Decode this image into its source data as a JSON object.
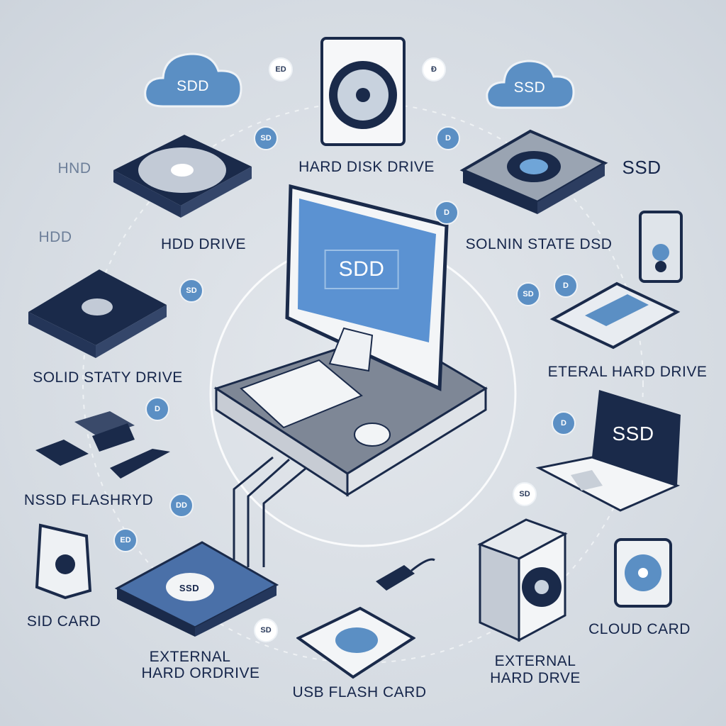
{
  "title": "HARD DISK DRIVE",
  "center_monitor_text": "SDD",
  "clouds": [
    {
      "text": "SDD"
    },
    {
      "text": "SSD"
    }
  ],
  "labels": {
    "hnd": "HND",
    "hdd_small": "HDD",
    "ssd_small": "SSD",
    "hdd_drive": "HDD DRIVE",
    "solnin_state": "SOLNIN STATE DSD",
    "solid_staty": "SOLID STATY DRIVE",
    "eteral_hard": "ETERAL HARD DRIVE",
    "laptop_screen": "SSD",
    "nssd_flash": "NSSD FLASHRYD",
    "sid_card": "SID CARD",
    "external_left_1": "EXTERNAL",
    "external_left_2": "HARD ORDRIVE",
    "usb_flash": "USB FLASH CARD",
    "external_right_1": "EXTERNAL",
    "external_right_2": "HARD DRVE",
    "cloud_card": "CLOUD CARD",
    "chip": "SSD"
  },
  "badges": [
    "ED",
    "Đ",
    "SD",
    "D",
    "SD",
    "D",
    "SD",
    "D",
    "D",
    "DD",
    "ED",
    "SD",
    "D",
    "SD"
  ],
  "colors": {
    "accent": "#5b8fc4",
    "navy": "#15254a",
    "background": "#d9dee4"
  }
}
